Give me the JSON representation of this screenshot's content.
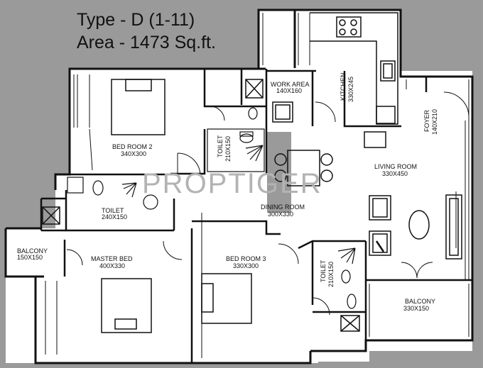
{
  "title": {
    "type_line": "Type - D (1-11)",
    "area_line": "Area - 1473 Sq.ft."
  },
  "watermark": "PROPTIGER",
  "rooms": {
    "bed_room_2": {
      "name": "BED ROOM 2",
      "size": "340X300"
    },
    "toilet_a": {
      "name": "TOILET",
      "size": "210X150"
    },
    "work_area": {
      "name": "WORK AREA",
      "size": "140X160"
    },
    "kitchen": {
      "name": "KITCHEN",
      "size": "330X245"
    },
    "foyer": {
      "name": "FOYER",
      "size": "140X210"
    },
    "living_room": {
      "name": "LIVING ROOM",
      "size": "330X450"
    },
    "toilet_b": {
      "name": "TOILET",
      "size": "240X150"
    },
    "dining_room": {
      "name": "DINING ROOM",
      "size": "300X330"
    },
    "balcony_left": {
      "name": "BALCONY",
      "size": "150X150"
    },
    "master_bed": {
      "name": "MASTER BED",
      "size": "400X330"
    },
    "bed_room_3": {
      "name": "BED ROOM 3",
      "size": "330X300"
    },
    "toilet_c": {
      "name": "TOILET",
      "size": "210X150"
    },
    "balcony_right": {
      "name": "BALCONY",
      "size": "330X150"
    }
  },
  "colors": {
    "background": "#9a9a9a",
    "floor": "#ffffff",
    "wall": "#111111",
    "watermark": "#b3b3b3"
  }
}
